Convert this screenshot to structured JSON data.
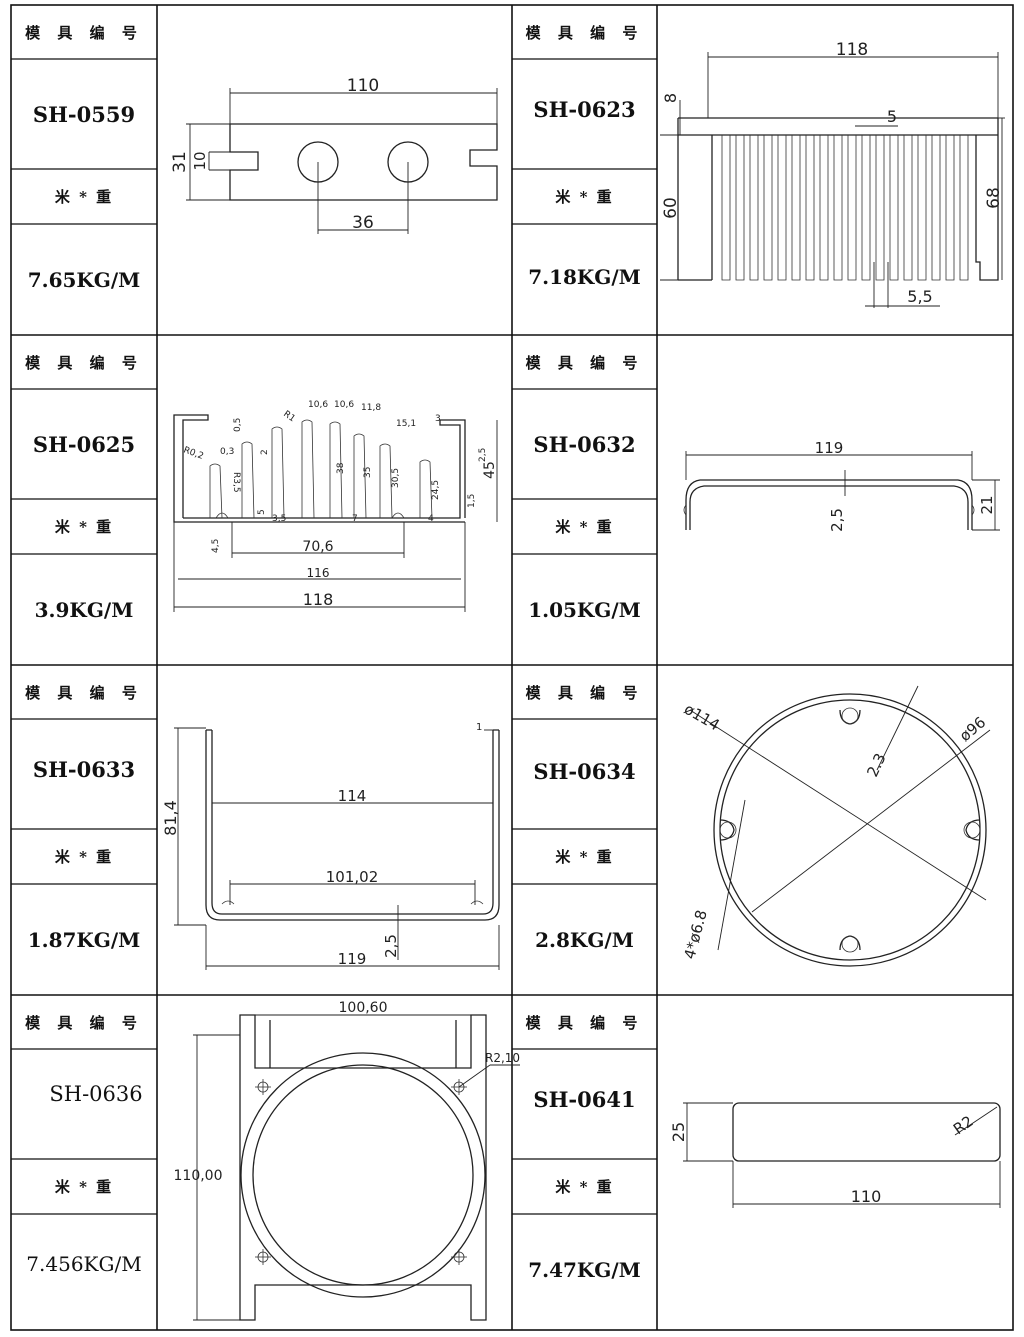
{
  "labels": {
    "mold_no": "模 具 编 号",
    "weight_per_meter": "米 * 重"
  },
  "products": [
    {
      "code": "SH-0559",
      "weight": "7.65KG/M",
      "dims": {
        "overall": "110",
        "height": "31",
        "slot": "10",
        "hole_pitch": "36"
      }
    },
    {
      "code": "SH-0623",
      "weight": "7.18KG/M",
      "dims": {
        "width": "118",
        "base": "8",
        "fin": "5",
        "inner_height": "60",
        "height": "68",
        "gap": "5,5"
      }
    },
    {
      "code": "SH-0625",
      "weight": "3.9KG/M",
      "dims": {
        "width_outer": "118",
        "width_inner": "116",
        "middle": "70,6",
        "height": "45",
        "labels": [
          "R0,2",
          "0,3",
          "0,5",
          "R3,5",
          "2",
          "5",
          "3,5",
          "R1",
          "10,6",
          "10,6",
          "11,8",
          "15,1",
          "3",
          "38",
          "35",
          "30,5",
          "24,5",
          "7",
          "2,5",
          "1,5",
          "4",
          "4,5"
        ]
      }
    },
    {
      "code": "SH-0632",
      "weight": "1.05KG/M",
      "dims": {
        "width": "119",
        "thickness": "2,5",
        "height": "21"
      }
    },
    {
      "code": "SH-0633",
      "weight": "1.87KG/M",
      "dims": {
        "height": "81,4",
        "inner": "114",
        "base": "101,02",
        "width": "119",
        "thickness": "2,5",
        "lip": "1"
      }
    },
    {
      "code": "SH-0634",
      "weight": "2.8KG/M",
      "dims": {
        "outer": "ø114",
        "inner": "ø96",
        "wall": "2.3",
        "holes": "4*ø6.8"
      }
    },
    {
      "code": "SH-0636",
      "weight": "7.456KG/M",
      "dims": {
        "width": "100,60",
        "height": "110,00",
        "radius": "R2,10"
      }
    },
    {
      "code": "SH-0641",
      "weight": "7.47KG/M",
      "dims": {
        "width": "110",
        "height": "25",
        "radius": "R2"
      }
    }
  ]
}
